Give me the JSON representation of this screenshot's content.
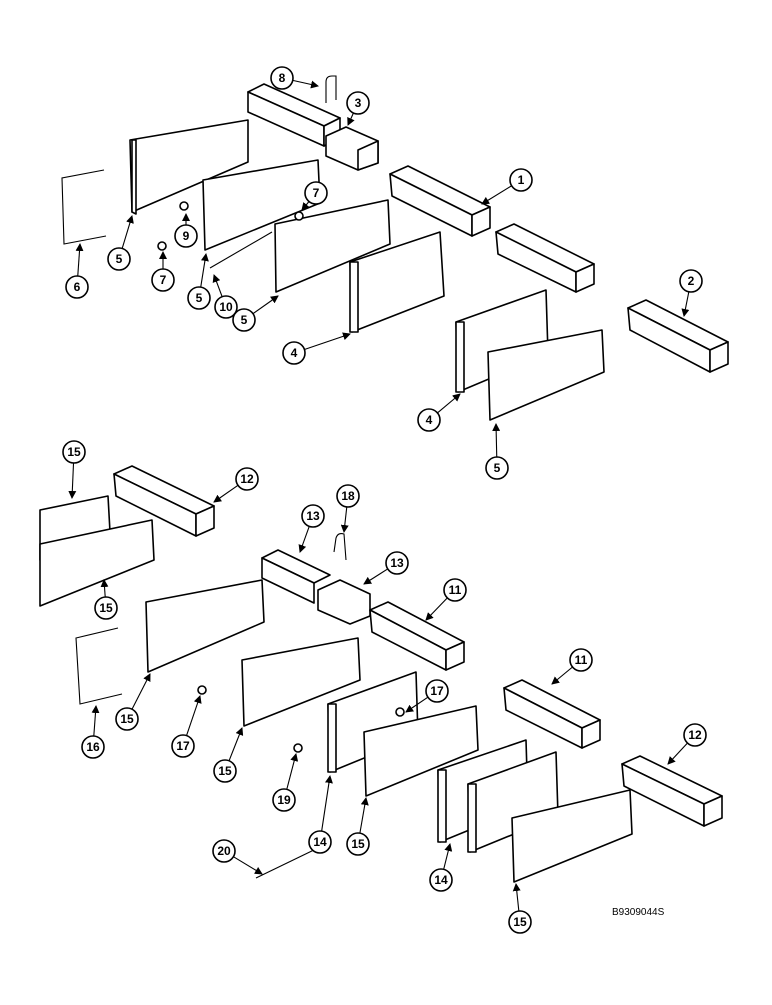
{
  "figure": {
    "reference": "B9309044S"
  },
  "callouts": [
    "8",
    "3",
    "1",
    "7",
    "9",
    "5",
    "6",
    "7",
    "5",
    "10",
    "5",
    "4",
    "2",
    "4",
    "5",
    "15",
    "12",
    "18",
    "13",
    "13",
    "11",
    "15",
    "15",
    "16",
    "17",
    "15",
    "17",
    "11",
    "12",
    "19",
    "14",
    "15",
    "20",
    "14",
    "15"
  ]
}
